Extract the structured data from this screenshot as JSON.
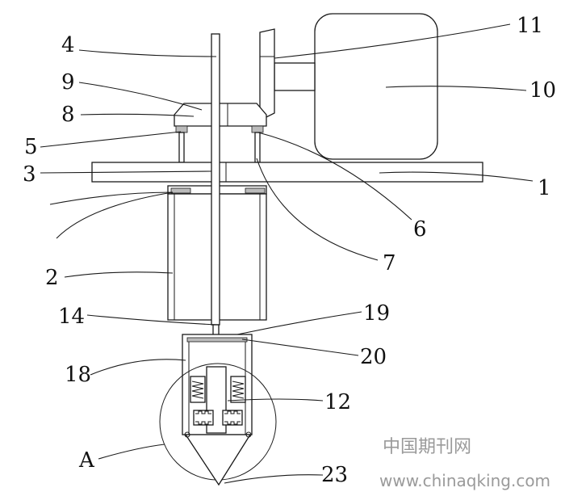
{
  "labels": {
    "l1": "1",
    "l2": "2",
    "l3": "3",
    "l4": "4",
    "l5": "5",
    "l6": "6",
    "l7": "7",
    "l8": "8",
    "l9": "9",
    "l10": "10",
    "l11": "11",
    "l12": "12",
    "l14": "14",
    "l18": "18",
    "l19": "19",
    "l20": "20",
    "l23": "23",
    "lA": "A"
  },
  "watermark": {
    "cn": "中国期刊网",
    "url": "www.chinaqking.com"
  },
  "colors": {
    "line": "#1a1a1a",
    "watermark": "#9a9a9a",
    "background": "#ffffff"
  }
}
